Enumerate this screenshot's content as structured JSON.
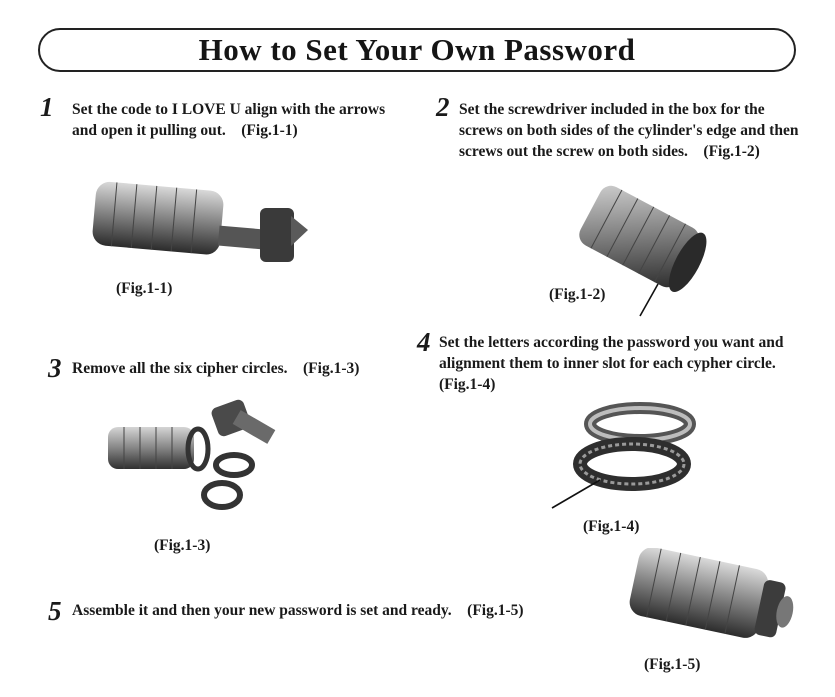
{
  "title": "How to Set Your Own Password",
  "steps": [
    {
      "number": "1",
      "text": "Set the code to I LOVE U align with the arrows and open it pulling out.　(Fig.1-1)",
      "figure": "(Fig.1-1)"
    },
    {
      "number": "2",
      "text": "Set the screwdriver included in the box for the screws on both sides of the cylinder's edge and then screws out the screw on both sides.　(Fig.1-2)",
      "figure": "(Fig.1-2)"
    },
    {
      "number": "3",
      "text": "Remove all the six cipher circles.　(Fig.1-3)",
      "figure": "(Fig.1-3)"
    },
    {
      "number": "4",
      "text": "Set the letters according the password you want and alignment them to inner slot for each cypher circle.　(Fig.1-4)",
      "figure": "(Fig.1-4)"
    },
    {
      "number": "5",
      "text": "Assemble it and then your new password is set and ready.　(Fig.1-5)",
      "figure": "(Fig.1-5)"
    }
  ]
}
